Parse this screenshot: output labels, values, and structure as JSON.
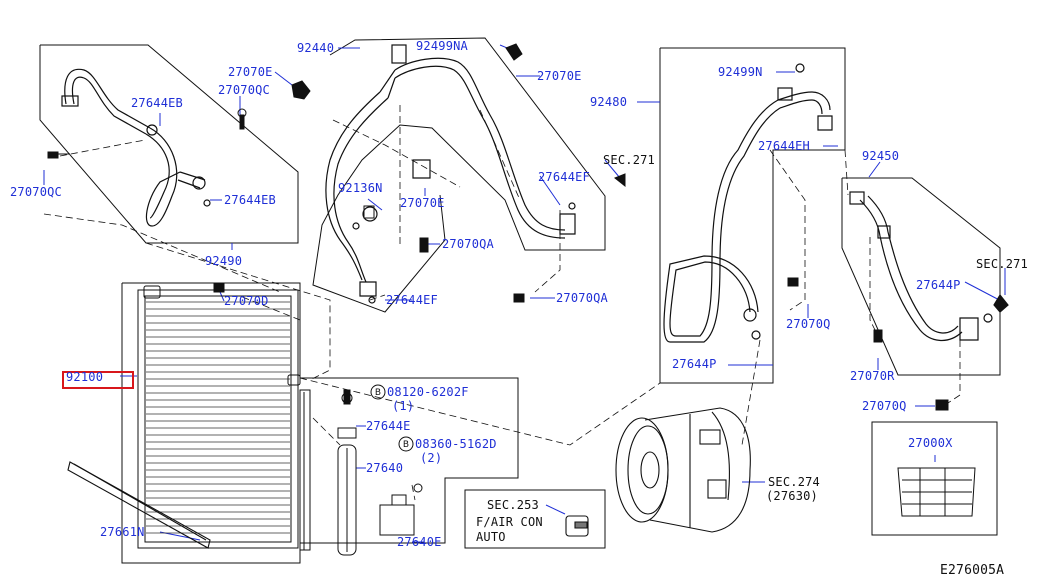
{
  "diagram": {
    "code": "E276005A",
    "accent_color": "#1f2fd6",
    "highlight_color": "#d8171b",
    "selected_part": "92100",
    "parts": {
      "p92440": "92440",
      "p92499NA": "92499NA",
      "p27070E_top": "27070E",
      "p27070E_left": "27070E",
      "p27070QC_top": "27070QC",
      "p27644EB_top": "27644EB",
      "p27070QC_left": "27070QC",
      "p27644EB_bottom": "27644EB",
      "p92490": "92490",
      "p92136N": "92136N",
      "p27070E_mid": "27070E",
      "p27644EF_right": "27644EF",
      "p27070QA_mid": "27070QA",
      "p27644EF_bottom": "27644EF",
      "p27070QA_right": "27070QA",
      "p27070D": "27070D",
      "p92100": "92100",
      "p08120": "08120-6202F",
      "p08120_qty": "(1)",
      "p27644E": "27644E",
      "p08360": "08360-5162D",
      "p08360_qty": "(2)",
      "p27640": "27640",
      "p27640E": "27640E",
      "p27661N": "27661N",
      "pSEC253": "SEC.253",
      "pFAIRCON": "F/AIR CON",
      "pAUTO": "AUTO",
      "p92480": "92480",
      "p92499N": "92499N",
      "p27644EH": "27644EH",
      "pSEC271_mid": "SEC.271",
      "p92450": "92450",
      "pSEC271_right": "SEC.271",
      "p27644P_right": "27644P",
      "p27070Q_mid": "27070Q",
      "p27644P_mid": "27644P",
      "p27070R": "27070R",
      "p27070Q_right": "27070Q",
      "p27000X": "27000X",
      "pSEC274": "SEC.274",
      "p27630": "(27630)"
    }
  }
}
